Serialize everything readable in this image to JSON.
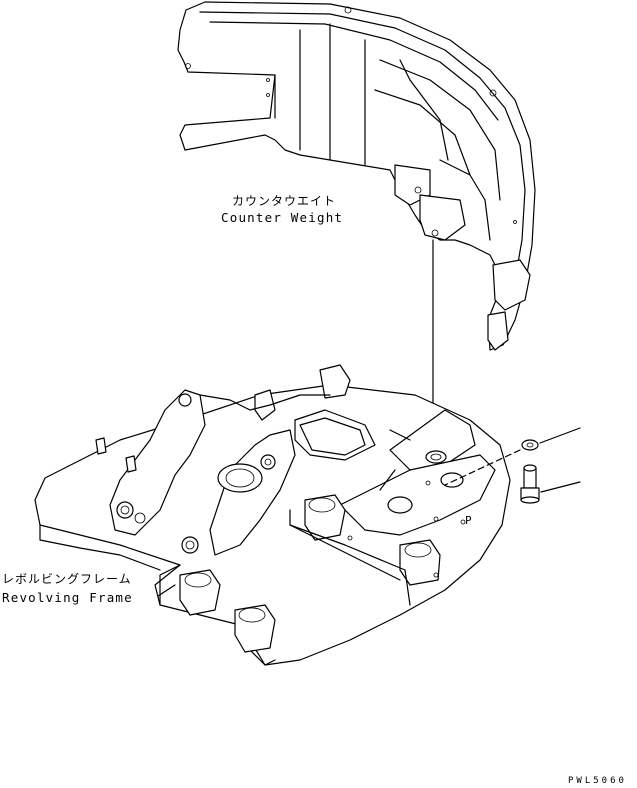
{
  "labels": {
    "counterweight_jp": "カウンタウエイト",
    "counterweight_en": "Counter Weight",
    "frame_jp": "レボルビングフレーム",
    "frame_en": "Revolving Frame",
    "part_mark": "P",
    "drawing_code": "PWL5060"
  }
}
